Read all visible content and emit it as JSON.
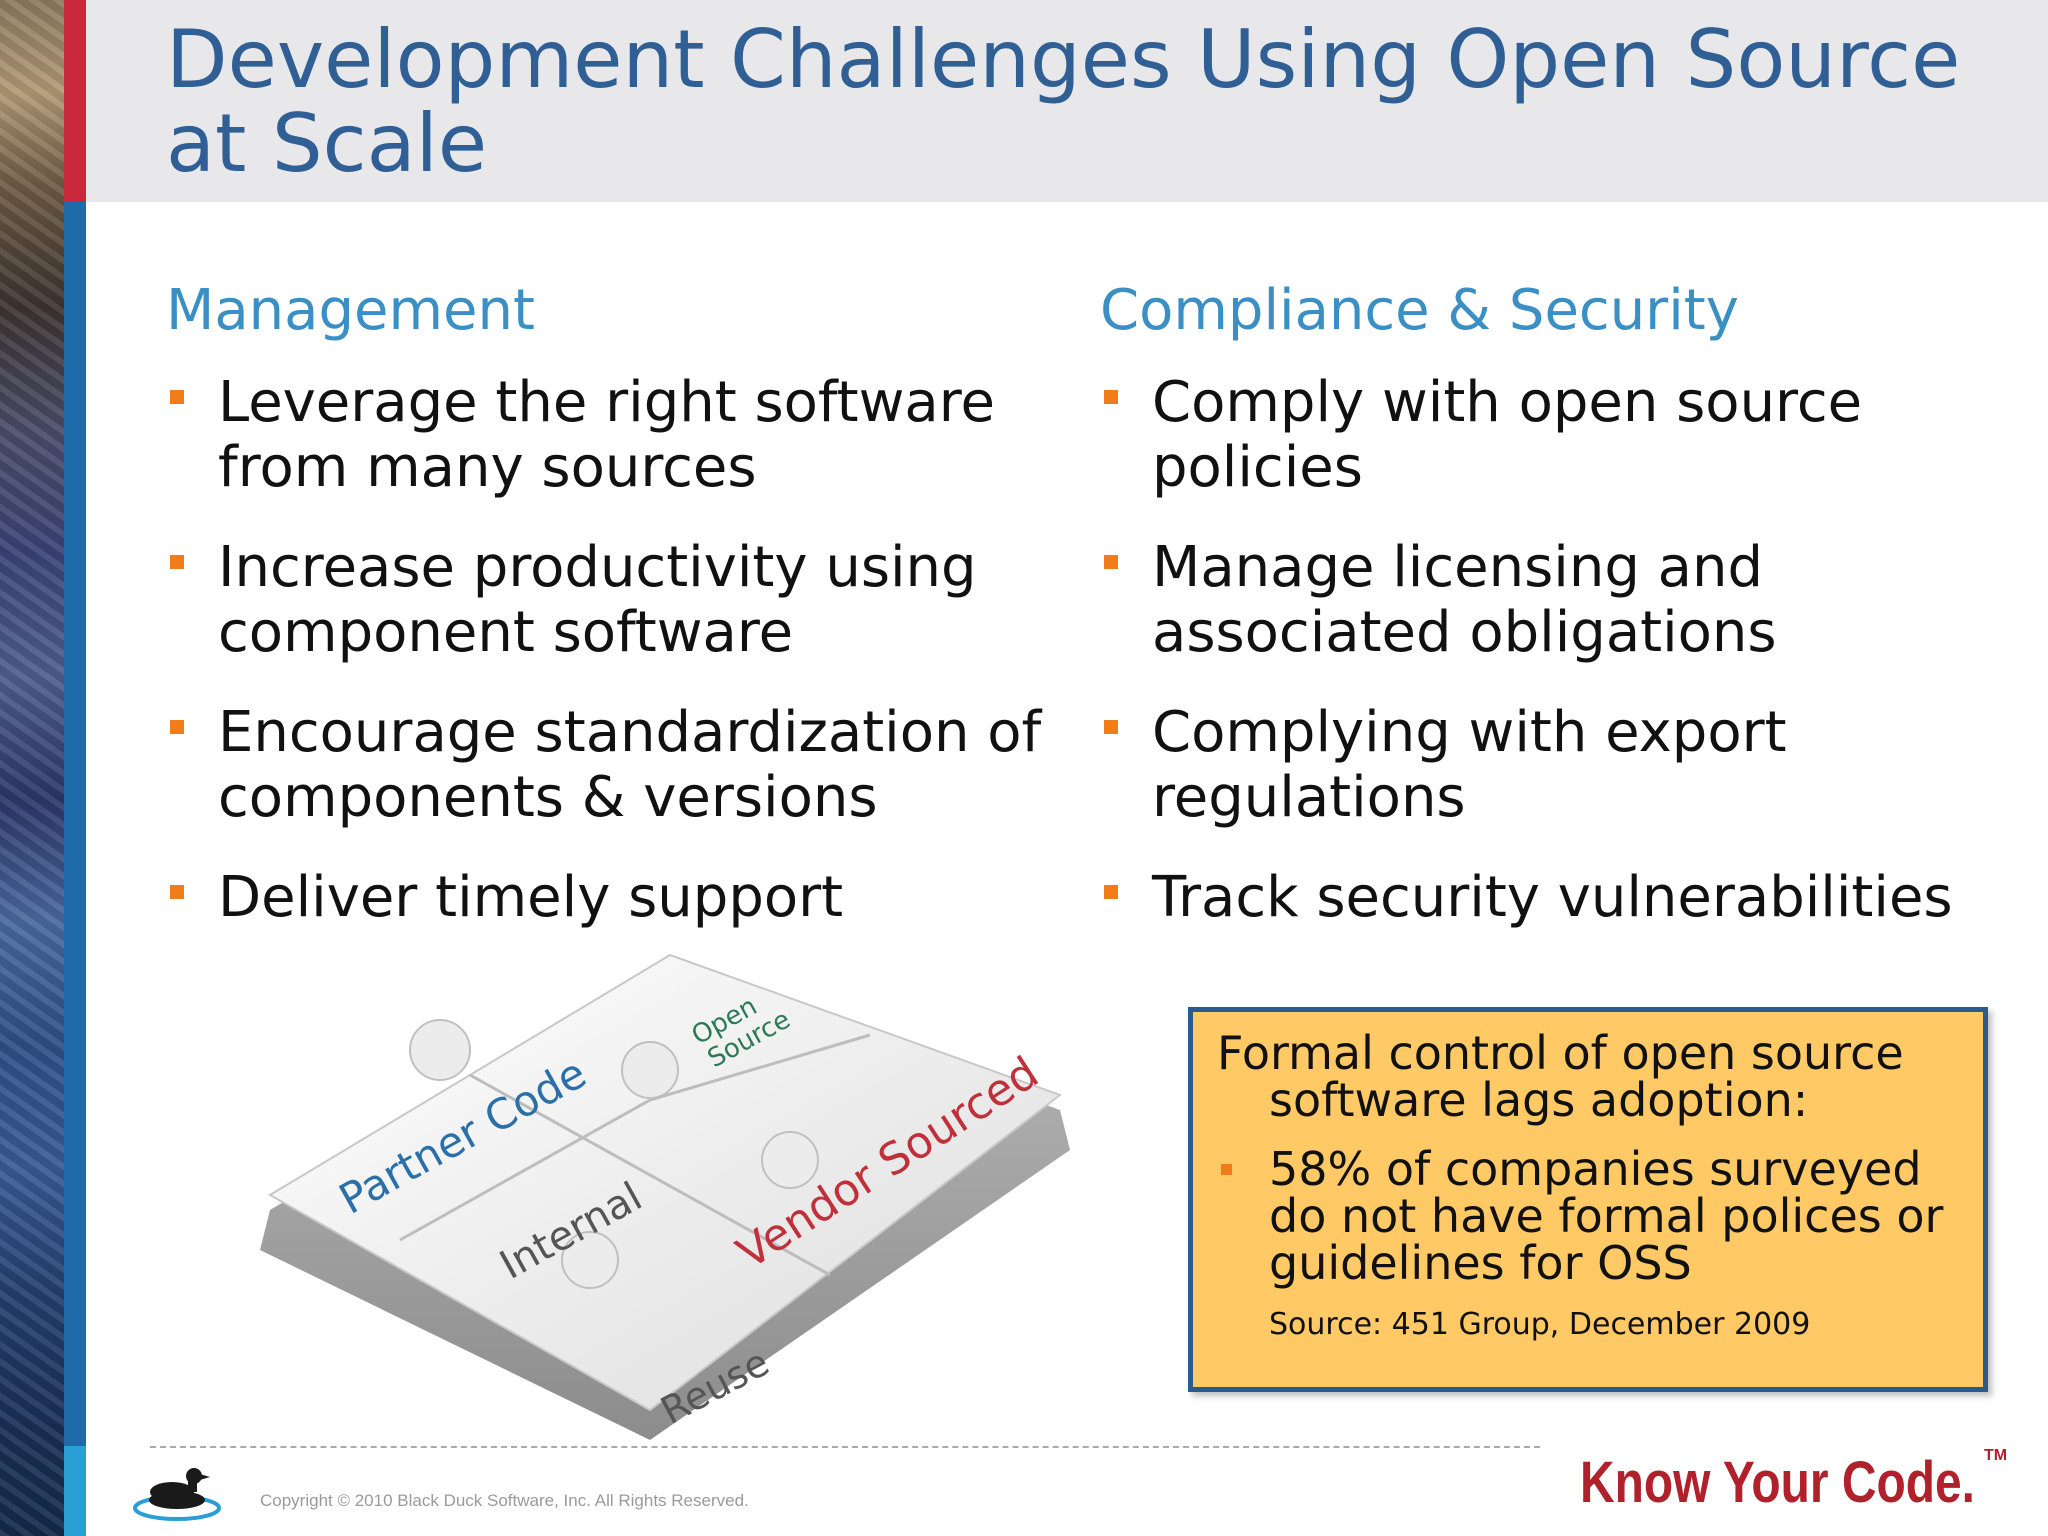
{
  "title": "Development Challenges Using Open Source at Scale",
  "left_column": {
    "heading": "Management",
    "bullets": [
      "Leverage the right software from many sources",
      "Increase productivity using component software",
      "Encourage standardization of components & versions",
      "Deliver timely support"
    ]
  },
  "right_column": {
    "heading": "Compliance & Security",
    "bullets": [
      "Comply with open source policies",
      "Manage licensing and associated obligations",
      "Complying with export regulations",
      "Track security vulnerabilities"
    ]
  },
  "puzzle": {
    "labels": [
      "Partner Code",
      "Open",
      "Source",
      "Internal",
      "Vendor Sourced",
      "Reuse"
    ],
    "colors": {
      "blue": "#2a6fa8",
      "green": "#2a7a5a",
      "red": "#c0303a",
      "gray": "#555555"
    }
  },
  "callout": {
    "intro": "Formal control of open source software lags adoption:",
    "bullet": "58% of companies surveyed do not have formal polices or guidelines for OSS",
    "source": "Source: 451 Group, December 2009"
  },
  "footer": {
    "copyright": "Copyright © 2010 Black Duck Software, Inc.  All Rights Reserved.",
    "tagline": "Know Your Code.",
    "trademark": "TM"
  },
  "colors": {
    "title": "#2f5f94",
    "heading": "#3a8fc4",
    "bullet_marker": "#f07d1a",
    "callout_bg": "#ffc966",
    "callout_border": "#2c5a8f",
    "tagline": "#b0212b"
  }
}
